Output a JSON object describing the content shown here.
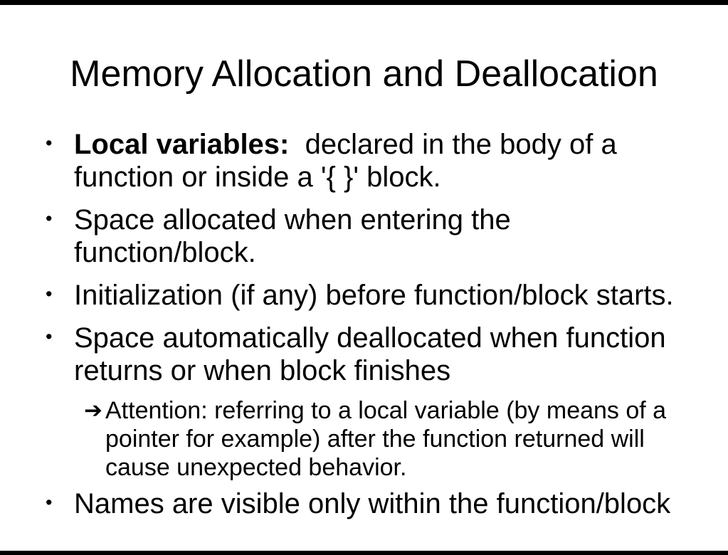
{
  "slide": {
    "title": "Memory Allocation and Deallocation",
    "markers": {
      "bullet": "•",
      "arrow": "➔"
    },
    "bullets": [
      {
        "lead_bold": "Local variables:",
        "lines": [
          "  declared in the body of a",
          "function or inside a '{ }' block."
        ]
      },
      {
        "lines": [
          "Space allocated when entering the",
          "function/block."
        ]
      },
      {
        "lines": [
          "Initialization (if any) before function/block starts."
        ]
      },
      {
        "lines": [
          "Space automatically deallocated when function",
          "returns or when block finishes"
        ]
      },
      {
        "type": "sub-note",
        "lines": [
          "Attention: referring to a local variable (by means of a",
          "pointer for example) after the function returned will",
          "cause unexpected behavior."
        ]
      },
      {
        "lines": [
          "Names are visible only within the function/block"
        ]
      }
    ]
  },
  "colors": {
    "letterbox": "#000000",
    "background": "#ffffff",
    "text": "#000000"
  }
}
